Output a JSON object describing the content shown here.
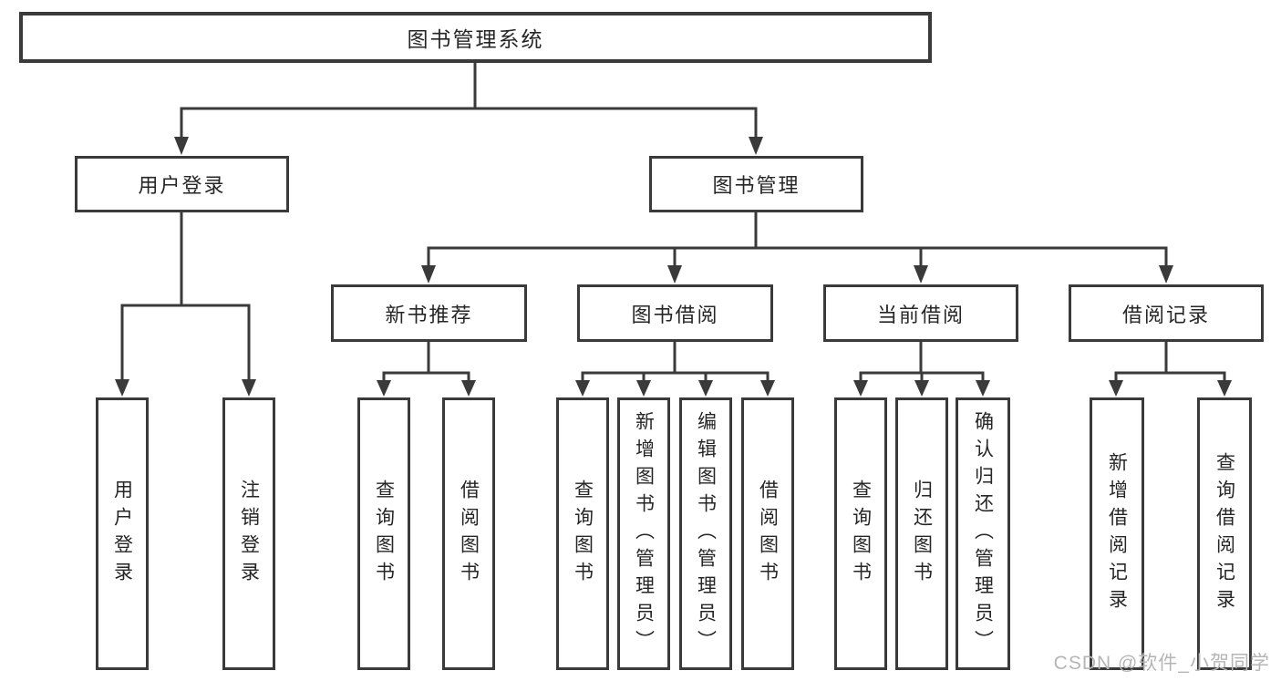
{
  "diagram": {
    "title": "图书管理系统",
    "nodes": {
      "user_login": "用户登录",
      "book_mgmt": "图书管理",
      "new_book_rec": "新书推荐",
      "book_borrow": "图书借阅",
      "current_borrow": "当前借阅",
      "borrow_records": "借阅记录",
      "leaf_user_login": "用户登录",
      "leaf_logout": "注销登录",
      "leaf_nb_query": "查询图书",
      "leaf_nb_borrow": "借阅图书",
      "leaf_bb_query": "查询图书",
      "leaf_bb_add": "新增图书（管理员）",
      "leaf_bb_edit": "编辑图书（管理员）",
      "leaf_bb_borrow": "借阅图书",
      "leaf_cb_query": "查询图书",
      "leaf_cb_return": "归还图书",
      "leaf_cb_confirm": "确认归还（管理员）",
      "leaf_rec_add": "新增借阅记录",
      "leaf_rec_query": "查询借阅记录"
    },
    "watermark": "CSDN @软件_小贺同学",
    "colors": {
      "line": "#3a3a3a",
      "text": "#262626",
      "watermark": "#b5b5b5",
      "background": "#ffffff"
    }
  }
}
